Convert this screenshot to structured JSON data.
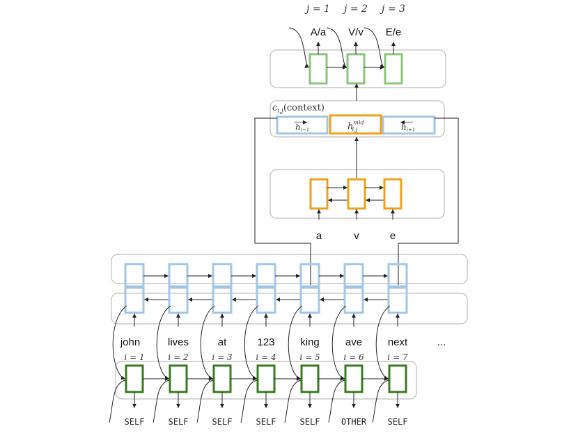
{
  "decoder": {
    "step_labels": [
      "j = 1",
      "j = 2",
      "j = 3"
    ],
    "outputs": [
      "A/a",
      "V/v",
      "E/e"
    ]
  },
  "context": {
    "label": "c",
    "label_sub": "i,j",
    "label_rest": "(context)",
    "left_vec": "h",
    "left_sub": "i−1",
    "mid_vec": "h",
    "mid_sup": "mid",
    "mid_sub": "i,j",
    "right_vec": "h",
    "right_sub": "i+1"
  },
  "char_inputs": [
    "a",
    "v",
    "e"
  ],
  "tokens": [
    "john",
    "lives",
    "at",
    "123",
    "king",
    "ave",
    "next",
    "..."
  ],
  "positions": [
    "i = 1",
    "i = 2",
    "i = 3",
    "i = 4",
    "i = 5",
    "i = 6",
    "i = 7"
  ],
  "tags": [
    "SELF",
    "SELF",
    "SELF",
    "SELF",
    "SELF",
    "OTHER",
    "SELF"
  ],
  "colors": {
    "encoder": "#a4c6e6",
    "char_rnn": "#f2a01b",
    "decoder": "#8cc47c",
    "tagger": "#3a7a1e",
    "panel": "#bdbdbd",
    "arrow": "#222222"
  }
}
